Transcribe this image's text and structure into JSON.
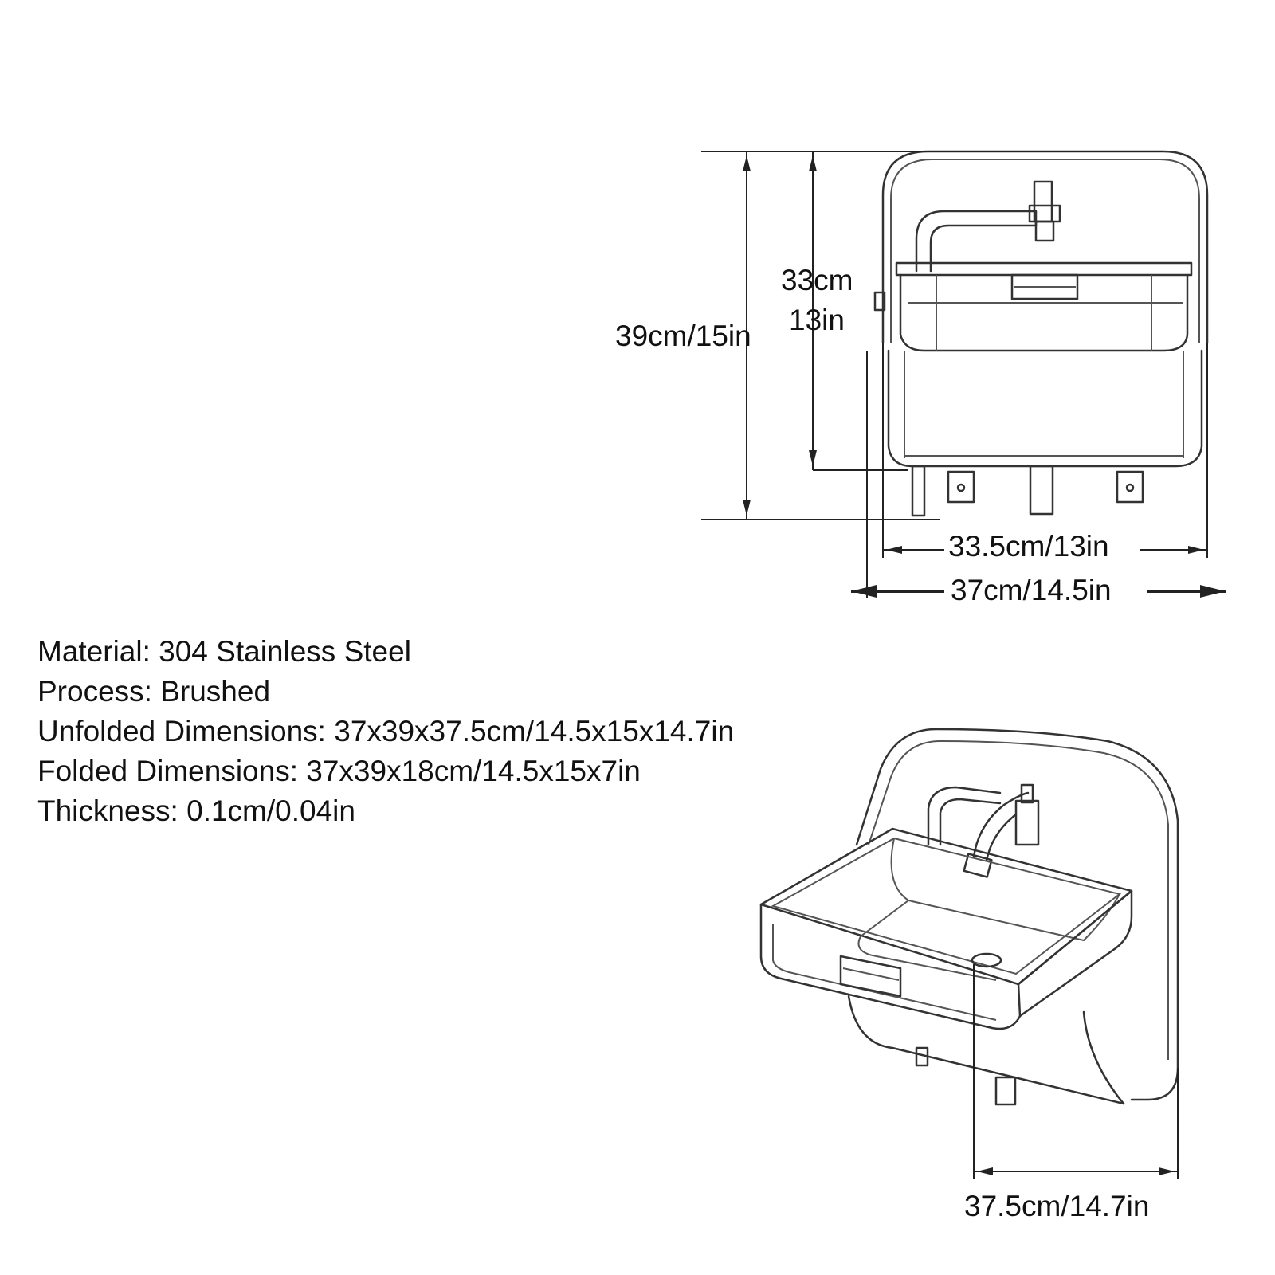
{
  "front_view": {
    "height_overall": "39cm/15in",
    "height_basin_top": "33cm",
    "height_basin_bottom": "13in",
    "width_inner": "33.5cm/13in",
    "width_outer": "37cm/14.5in"
  },
  "iso_view": {
    "depth": "37.5cm/14.7in"
  },
  "specs": [
    "Material: 304 Stainless Steel",
    "Process: Brushed",
    "Unfolded Dimensions: 37x39x37.5cm/14.5x15x14.7in",
    "Folded Dimensions: 37x39x18cm/14.5x15x7in",
    "Thickness: 0.1cm/0.04in"
  ]
}
